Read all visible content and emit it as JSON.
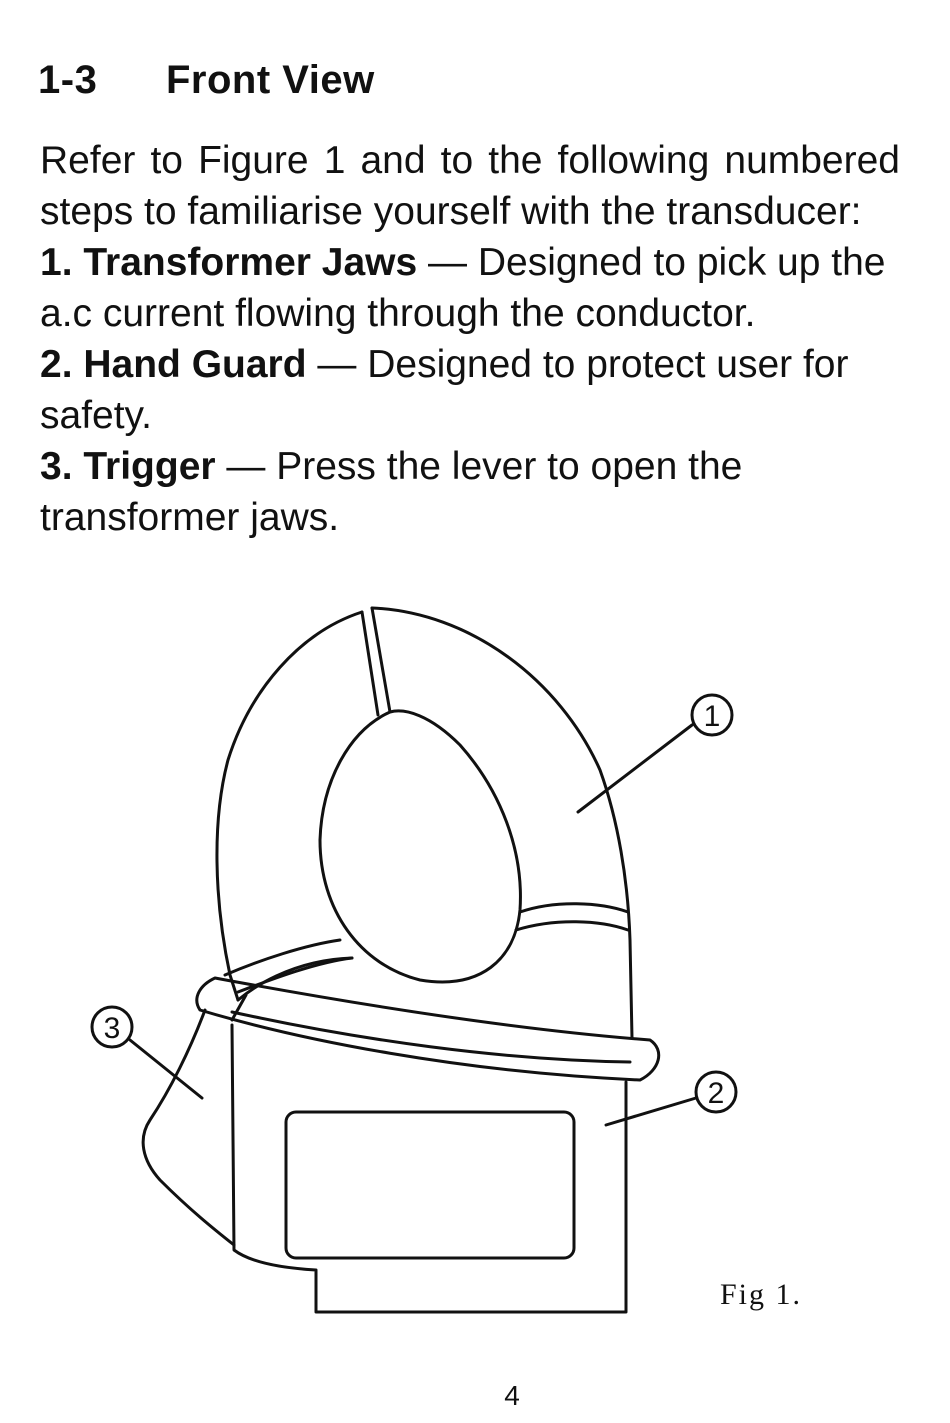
{
  "heading": {
    "number": "1-3",
    "title": "Front View"
  },
  "intro": "Refer to Figure 1 and to the following numbered steps to familiarise yourself with the transducer:",
  "items": [
    {
      "label": "1. Transformer Jaws",
      "dash": " — ",
      "text": "Designed to pick up the a.c current flowing through the conductor."
    },
    {
      "label": "2. Hand Guard",
      "dash": " — ",
      "text": "Designed to protect user for safety."
    },
    {
      "label": "3. Trigger",
      "dash": " — ",
      "text": "Press the lever to open the transformer jaws."
    }
  ],
  "figure": {
    "callouts": [
      "1",
      "2",
      "3"
    ],
    "caption": "Fig 1."
  },
  "page_number": "4"
}
